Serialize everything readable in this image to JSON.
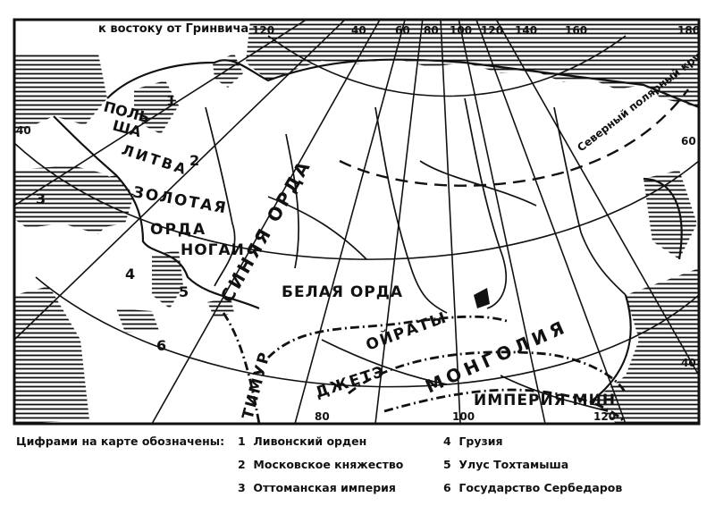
{
  "map": {
    "header_label": "к востоку от Гринвича",
    "longitudes_top": [
      "120",
      "40",
      "60",
      "80",
      "100",
      "120",
      "140",
      "160",
      "180"
    ],
    "longitudes_bottom": [
      "80",
      "100",
      "120"
    ],
    "latitudes": [
      "40",
      "60",
      "40"
    ],
    "arctic_circle": "Северный полярный круг",
    "regions": {
      "poland_1": "ПОЛЬ",
      "poland_2": "ША",
      "lithuania": "ЛИТВА",
      "golden_horde_1": "ЗОЛОТАЯ",
      "golden_horde_2": "ОРДА",
      "nogai": "НОГАИ",
      "blue_horde": "СИНЯЯ ОРДА",
      "white_horde": "БЕЛАЯ ОРДА",
      "oirats": "ОЙРАТЫ",
      "mongolia": "МОНГОЛИЯ",
      "jete": "ДЖЕТЭ",
      "timur": "ТИМУР",
      "ming": "ИМПЕРИЯ МИН"
    },
    "numbers": {
      "n1": "1",
      "n2": "2",
      "n3": "3",
      "n4": "4",
      "n5": "5",
      "n6": "6"
    }
  },
  "legend": {
    "heading": "Цифрами на карте обозначены:",
    "items": [
      {
        "num": "1",
        "text": "Ливонский орден"
      },
      {
        "num": "2",
        "text": "Московское княжество"
      },
      {
        "num": "3",
        "text": "Оттоманская империя"
      },
      {
        "num": "4",
        "text": "Грузия"
      },
      {
        "num": "5",
        "text": "Улус Тохтамыша"
      },
      {
        "num": "6",
        "text": "Государство Сербедаров"
      }
    ]
  },
  "colors": {
    "ink": "#111111",
    "paper": "#ffffff"
  }
}
